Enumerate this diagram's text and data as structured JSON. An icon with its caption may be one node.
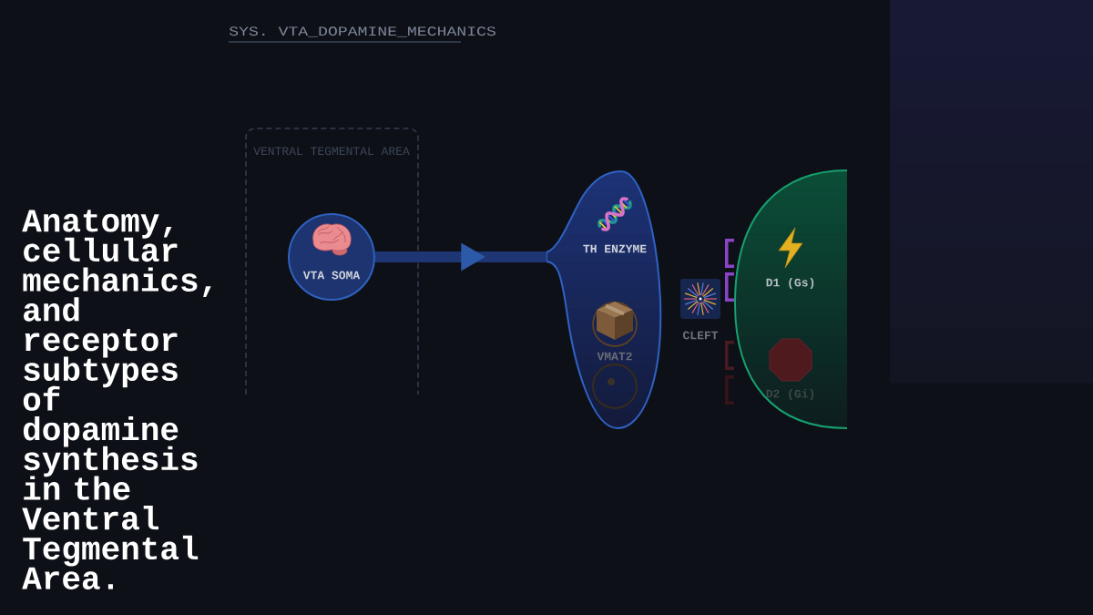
{
  "diagram": {
    "title": "Anatomy, cellular mechanics, and receptor subtypes of dopamine synthesis in the Ventral Tegmental Area.",
    "nodes": [
      {
        "text": [
          "VENTRAL TEGMENTAL AREA"
        ]
      },
      {
        "text": [
          "VTA SOMA"
        ],
        "in": 0
      },
      {
        "text": [
          "TH ENZYME"
        ]
      },
      {
        "text": [
          "VMAT2"
        ],
        "in": 2
      },
      {
        "text": [],
        "shape": "circle",
        "in": 2
      },
      {
        "text": [
          "D1 (Gs)",
          "D2 (Gi)"
        ]
      }
    ],
    "edges": [
      {
        "from": 1,
        "to": 2,
        "arrow": "to"
      }
    ],
    "labels": [
      "SYS. VTA_DOPAMINE_MECHANICS",
      "CLEFT"
    ]
  }
}
